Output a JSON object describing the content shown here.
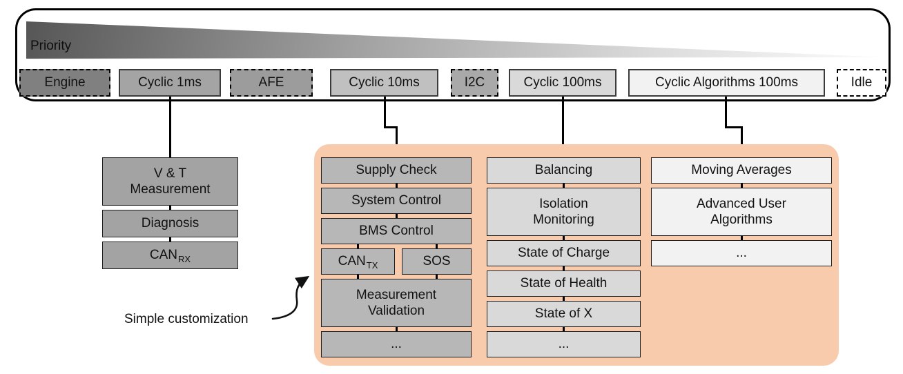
{
  "priority": {
    "label": "Priority"
  },
  "scheduler": {
    "tasks": [
      {
        "label": "Engine"
      },
      {
        "label": "Cyclic 1ms"
      },
      {
        "label": "AFE"
      },
      {
        "label": "Cyclic 10ms"
      },
      {
        "label": "I2C"
      },
      {
        "label": "Cyclic 100ms"
      },
      {
        "label": "Cyclic Algorithms 100ms"
      },
      {
        "label": "Idle"
      }
    ]
  },
  "columns": {
    "cyclic_1ms": {
      "boxes": [
        {
          "line1": "V & T",
          "line2": "Measurement"
        },
        {
          "label": "Diagnosis"
        },
        {
          "main": "CAN",
          "sub": "RX"
        }
      ]
    },
    "cyclic_10ms": {
      "boxes": [
        {
          "label": "Supply Check"
        },
        {
          "label": "System Control"
        },
        {
          "label": "BMS Control"
        },
        {
          "main": "CAN",
          "sub": "TX"
        },
        {
          "label": "SOS"
        },
        {
          "line1": "Measurement",
          "line2": "Validation"
        },
        {
          "label": "..."
        }
      ]
    },
    "cyclic_100ms": {
      "boxes": [
        {
          "label": "Balancing"
        },
        {
          "line1": "Isolation",
          "line2": "Monitoring"
        },
        {
          "label": "State of Charge"
        },
        {
          "label": "State of Health"
        },
        {
          "label": "State of X"
        },
        {
          "label": "..."
        }
      ]
    },
    "cyclic_algorithms_100ms": {
      "boxes": [
        {
          "label": "Moving Averages"
        },
        {
          "line1": "Advanced User",
          "line2": "Algorithms"
        },
        {
          "label": "..."
        }
      ]
    }
  },
  "annotation": {
    "label": "Simple customization"
  },
  "colors": {
    "engine": "#808080",
    "cyclic_1ms": "#a4a4a4",
    "afe": "#9c9c9c",
    "cyclic_10ms": "#c0c0c0",
    "i2c": "#a9a9a9",
    "cyclic_100ms": "#d9d9d9",
    "cyclic_algorithms_100ms": "#f2f2f2",
    "idle": "#ffffff",
    "col_1ms_fill": "#a3a3a3",
    "col_10ms_fill": "#b7b7b7",
    "col_100ms_fill": "#d9d9d9",
    "col_alg_fill": "#f2f2f2",
    "highlight_panel": "#f8cbad",
    "gradient_dark": "#565656",
    "gradient_light": "#fbfbfb"
  }
}
